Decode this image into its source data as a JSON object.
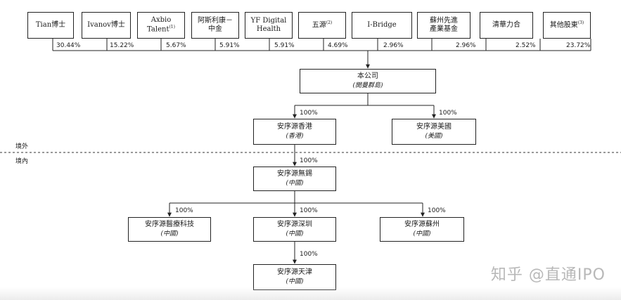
{
  "shareholders": [
    {
      "name": "Tian博士",
      "note": "",
      "pct": "30.44%"
    },
    {
      "name": "Ivanov博士",
      "note": "",
      "pct": "15.22%"
    },
    {
      "name": "Axbio Talent",
      "note": "(1)",
      "pct": "5.67%"
    },
    {
      "name": "阿斯利康－",
      "name2": "中金",
      "note": "",
      "pct": "5.91%"
    },
    {
      "name": "YF Digital",
      "name2": "Health",
      "note": "",
      "pct": "5.91%"
    },
    {
      "name": "五源",
      "note": "(2)",
      "pct": "4.69%"
    },
    {
      "name": "I-Bridge",
      "note": "",
      "pct": "2.96%"
    },
    {
      "name": "蘇州先進",
      "name2": "產業基金",
      "note": "",
      "pct": "2.96%"
    },
    {
      "name": "清華力合",
      "note": "",
      "pct": "2.52%"
    },
    {
      "name": "其他股東",
      "note": "(3)",
      "pct": "23.72%"
    }
  ],
  "entities": {
    "company": {
      "name": "本公司",
      "loc": "(開曼群島)"
    },
    "hk": {
      "name": "安序源香港",
      "loc": "(香港)"
    },
    "us": {
      "name": "安序源美國",
      "loc": "(美國)"
    },
    "wuxi": {
      "name": "安序源無錫",
      "loc": "(中國)"
    },
    "medtech": {
      "name": "安序源醫療科技",
      "loc": "(中國)"
    },
    "shenzhen": {
      "name": "安序源深圳",
      "loc": "(中國)"
    },
    "suzhou": {
      "name": "安序源蘇州",
      "loc": "(中國)"
    },
    "tianjin": {
      "name": "安序源天津",
      "loc": "(中國)"
    }
  },
  "ownership": {
    "hk": "100%",
    "us": "100%",
    "wuxi": "100%",
    "medtech": "100%",
    "shenzhen": "100%",
    "suzhou": "100%",
    "tianjin": "100%"
  },
  "labels": {
    "offshore": "境外",
    "onshore": "境內"
  },
  "watermark": "知乎 @直通IPO"
}
